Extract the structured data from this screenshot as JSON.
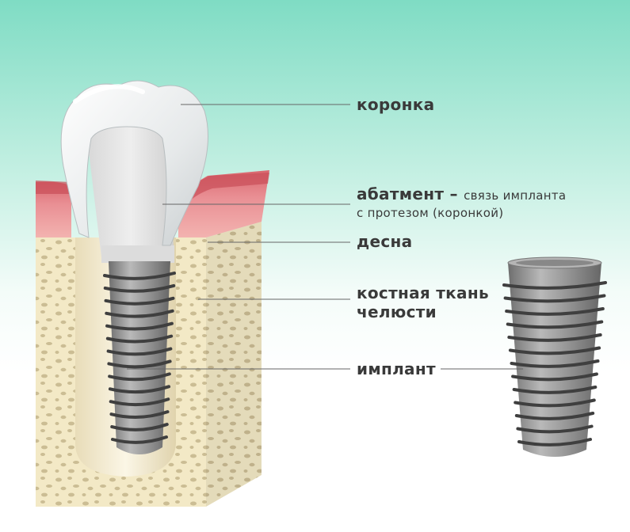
{
  "labels": {
    "crown": "коронка",
    "abutment": "абатмент",
    "abutment_dash": " – ",
    "abutment_desc_1": "связь импланта",
    "abutment_desc_2": "с протезом (коронкой)",
    "gum": "десна",
    "bone_1": "костная ткань",
    "bone_2": "челюсти",
    "implant": "имплант"
  },
  "colors": {
    "background_top": "#7fdcc4",
    "gum": "#e8959a",
    "bone": "#f5ecc9",
    "implant_metal": "#8c8c8c",
    "crown": "#eceff0",
    "leader_line": "#666666"
  }
}
